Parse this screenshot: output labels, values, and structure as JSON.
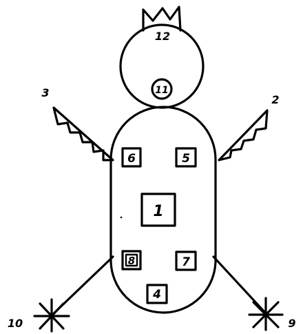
{
  "labels": {
    "body_center": "1",
    "right_shoulder": "2",
    "left_shoulder": "3",
    "bottom_center": "4",
    "upper_right": "5",
    "upper_left": "6",
    "lower_right": "7",
    "lower_left": "8",
    "right_foot": "9",
    "left_foot": "10",
    "neck": "11",
    "crown": "12"
  }
}
